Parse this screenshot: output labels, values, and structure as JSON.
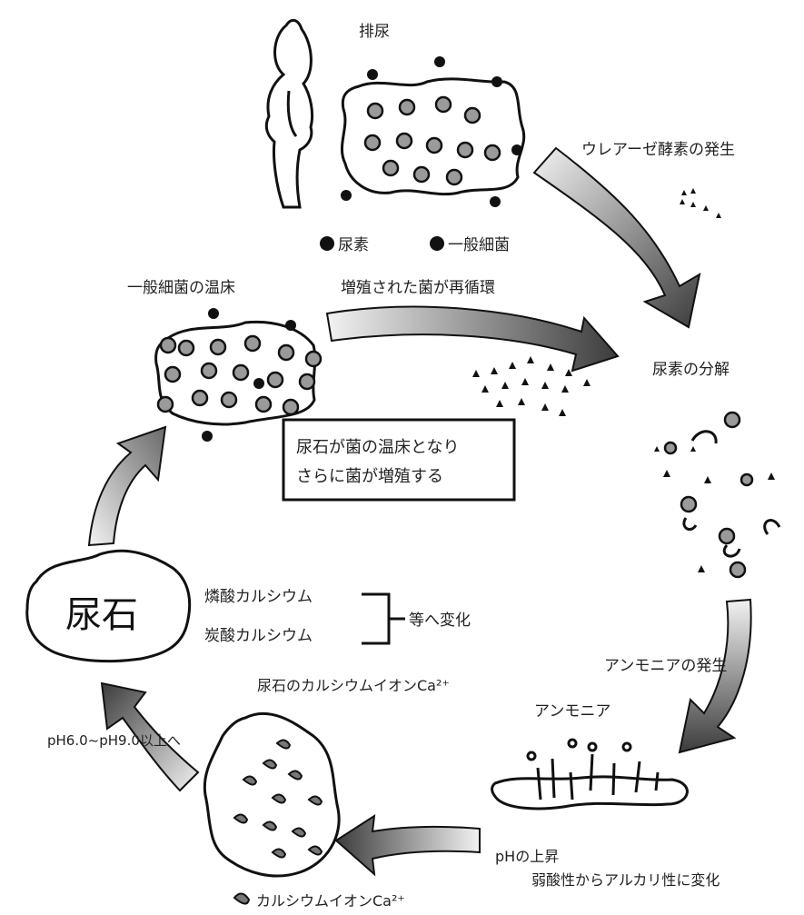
{
  "labels": {
    "urination": "排尿",
    "legend_urea": "尿素",
    "legend_bacteria": "一般細菌",
    "urease": "ウレアーゼ酵素の発生",
    "bacteria_bed": "一般細菌の温床",
    "recirculation": "増殖された菌が再循環",
    "urea_decomposition": "尿素の分解",
    "box_line1": "尿石が菌の温床となり",
    "box_line2": "さらに菌が増殖する",
    "stone": "尿石",
    "compound1": "燐酸カルシウム",
    "compound2": "炭酸カルシウム",
    "change": "等へ変化",
    "ammonia_generation": "アンモニアの発生",
    "calcium_ion_stone": "尿石のカルシウムイオンCa²⁺",
    "ammonia": "アンモニア",
    "ph_range": "pH6.0~pH9.0以上へ",
    "ph_rise": "pHの上昇",
    "acid_to_alkaline": "弱酸性からアルカリ性に変化",
    "calcium_ion_legend": "カルシウムイオンCa²⁺"
  },
  "colors": {
    "ink": "#111111",
    "gray_dot": "#9a9a9a",
    "arrow_dark": "#4a4a4a",
    "arrow_light": "#e6e6e6"
  }
}
